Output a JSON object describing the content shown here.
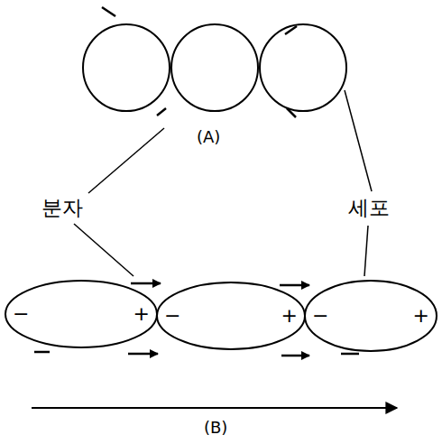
{
  "diagram": {
    "nodes": [
      {
        "text": [
          "−",
          "+"
        ]
      },
      {
        "text": [
          "−",
          "+"
        ]
      },
      {
        "text": [
          "−",
          "+"
        ]
      }
    ],
    "labels": [
      "(A)",
      "분자",
      "세포",
      "(B)"
    ]
  }
}
